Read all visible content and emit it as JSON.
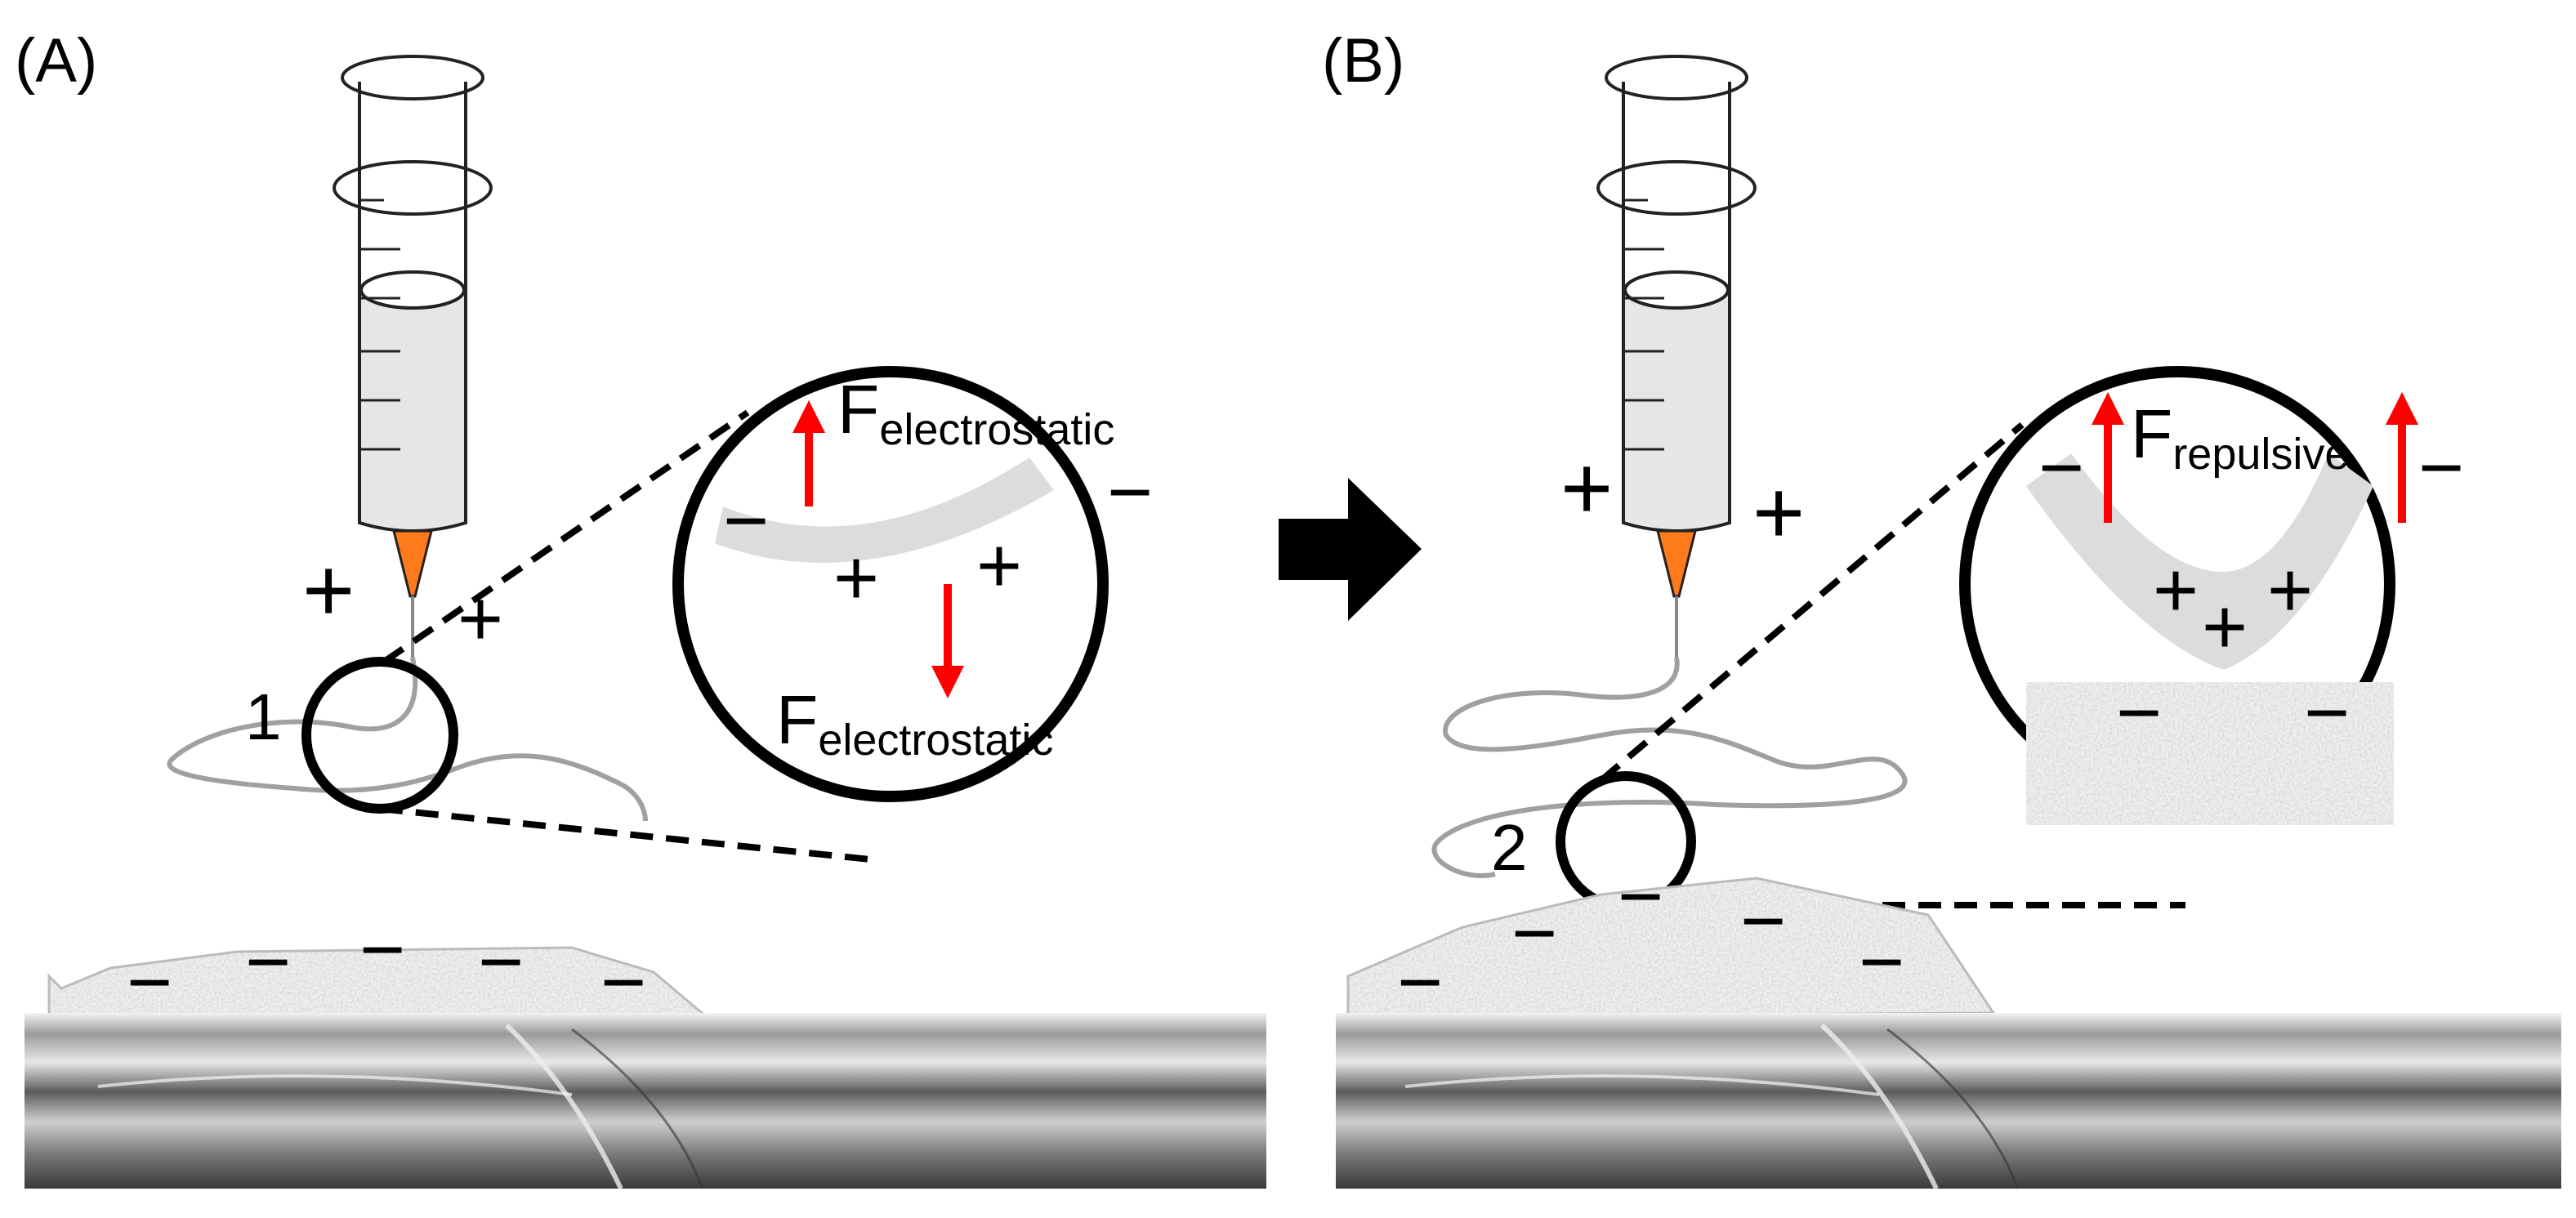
{
  "panel_a": {
    "label": "(A)",
    "callout_number": "1",
    "force_top_main": "F",
    "force_top_sub": "electrostatic",
    "force_bottom_main": "F",
    "force_bottom_sub": "electrostatic",
    "plus": "+",
    "minus": "−",
    "mat_minus": "−"
  },
  "panel_b": {
    "label": "(B)",
    "callout_number": "2",
    "force_main": "F",
    "force_sub": "repulsive",
    "plus": "+",
    "minus": "−",
    "mat_minus": "−"
  },
  "colors": {
    "needle": "#ff7a1a",
    "force_arrow": "#ff0000",
    "fiber": "#d9d9d9",
    "outline": "#000000"
  }
}
